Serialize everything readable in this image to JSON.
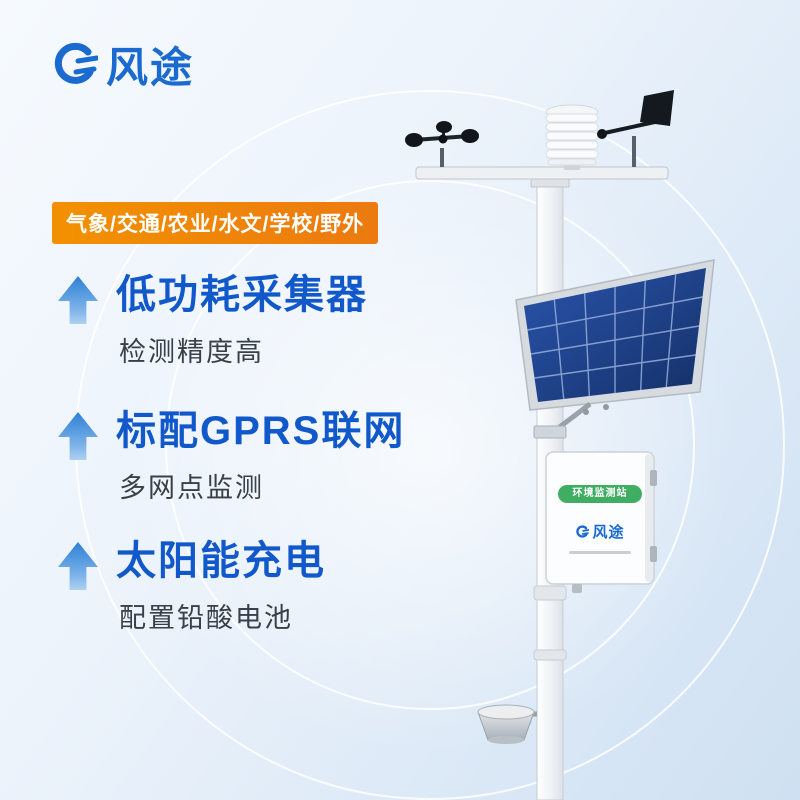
{
  "brand": {
    "name": "风途"
  },
  "tag": {
    "label": "气象/交通/农业/水文/学校/野外"
  },
  "features": [
    {
      "title": "低功耗采集器",
      "subtitle": "检测精度高"
    },
    {
      "title": "标配GPRS联网",
      "subtitle": "多网点监测"
    },
    {
      "title": "太阳能充电",
      "subtitle": "配置铅酸电池"
    }
  ],
  "device": {
    "enclosure_label": "环境监测站",
    "enclosure_brand": "风途"
  },
  "colors": {
    "brand_blue": "#1a6ad0",
    "feature_blue": "#1158cb",
    "tag_orange": "#ef8413",
    "label_green": "#3fae63",
    "panel_blue": "#1c3f8f"
  }
}
